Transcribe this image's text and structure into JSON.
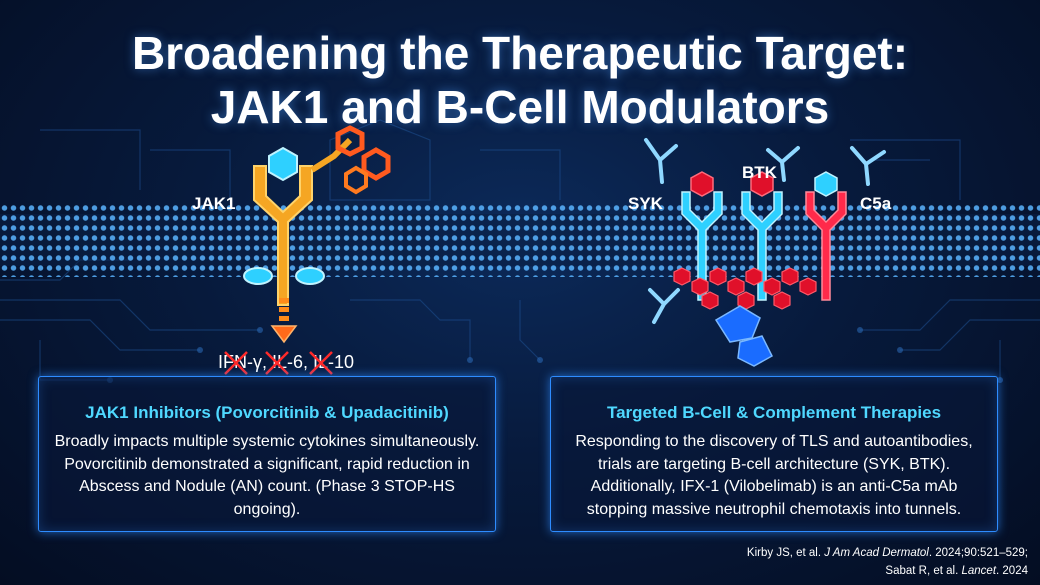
{
  "title": {
    "line1": "Broadening the Therapeutic Target:",
    "line2": "JAK1 and B-Cell Modulators"
  },
  "diagram": {
    "jak1_label": "JAK1",
    "syk_label": "SYK",
    "btk_label": "BTK",
    "c5a_label": "C5a",
    "cytokines_label": "IFN-γ, IL-6, IL-10"
  },
  "panels": {
    "left": {
      "heading": "JAK1 Inhibitors (Povorcitinib & Upadacitinib)",
      "body": "Broadly impacts multiple systemic cytokines simultaneously. Povorcitinib demonstrated a significant, rapid reduction in Abscess and Nodule (AN) count. (Phase 3 STOP-HS ongoing)."
    },
    "right": {
      "heading": "Targeted B-Cell & Complement Therapies",
      "body": "Responding to the discovery of TLS and autoantibodies, trials are targeting B-cell architecture (SYK, BTK). Additionally, IFX-1 (Vilobelimab) is an anti-C5a mAb stopping massive neutrophil chemotaxis into tunnels."
    }
  },
  "citations": {
    "line1_authors": "Kirby JS, et al. ",
    "line1_journal": "J Am Acad Dermatol",
    "line1_rest": ". 2024;90:521–529;",
    "line2_authors": "Sabat R, et al. ",
    "line2_journal": "Lancet",
    "line2_rest": ". 2024"
  },
  "colors": {
    "background": "#071a3c",
    "accent_cyan": "#4fd8ff",
    "panel_border": "#2e8cff",
    "jak1_orange": "#f5a623",
    "receptor_cyan": "#2ed0ff",
    "receptor_red": "#ff2a4a",
    "hexagon_red": "#e0102a"
  },
  "icons": [
    "jak1-receptor-icon",
    "syk-receptor-icon",
    "btk-receptor-icon",
    "c5a-receptor-icon",
    "antibody-icon",
    "down-arrow-icon",
    "cross-mark-icon"
  ]
}
